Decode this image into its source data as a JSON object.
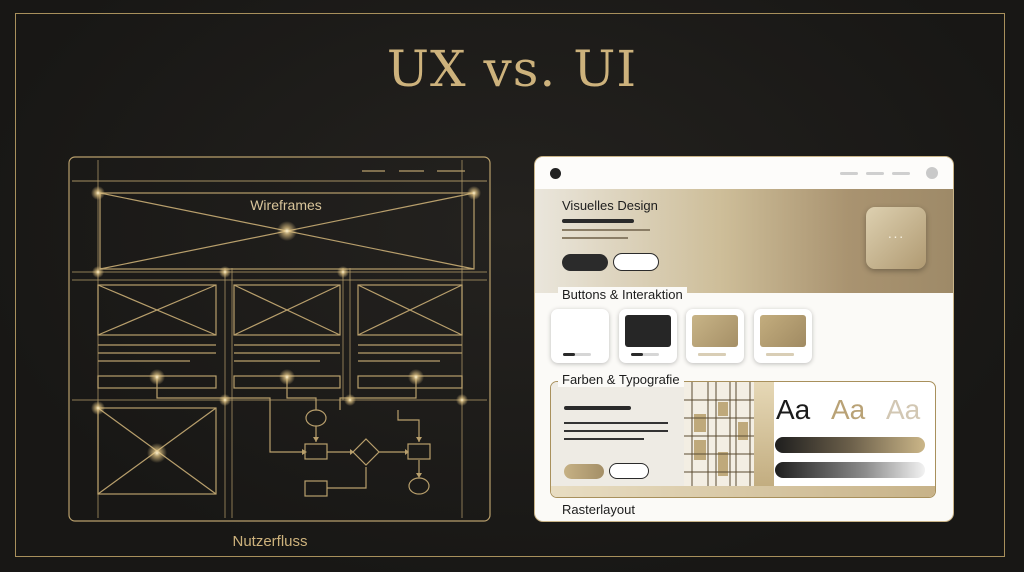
{
  "title": "UX vs. UI",
  "wireframe": {
    "label": "Wireframes",
    "flow_label": "Nutzerfluss"
  },
  "ui": {
    "hero_title": "Visuelles Design",
    "hero_tile_glyph": "···",
    "buttons_label": "Buttons & Interaktion",
    "colors_label": "Farben & Typografie",
    "grid_label": "Rasterlayout",
    "aa_samples": [
      "Aa",
      "Aa",
      "Aa"
    ]
  },
  "colors": {
    "gold": "#cdb27c",
    "line_gold": "#a8905c",
    "background": "#1b1a18"
  }
}
